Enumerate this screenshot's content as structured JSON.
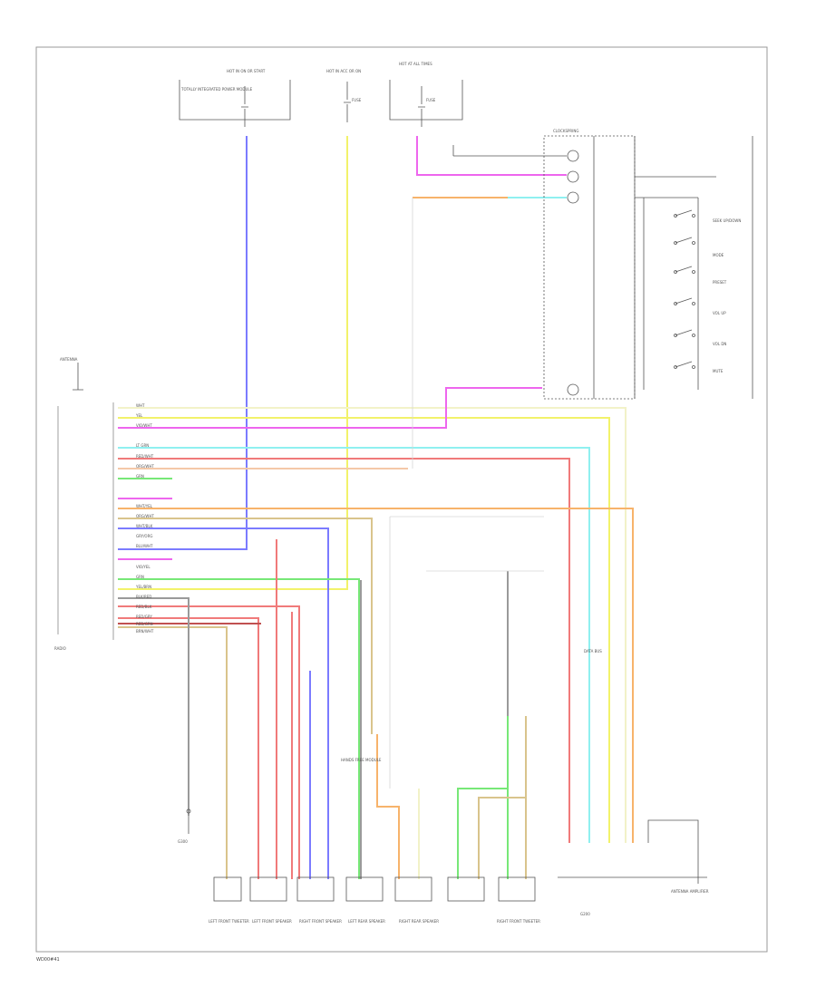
{
  "diagram": {
    "page_code": "WD00#41",
    "border_color": "#9a9a9a",
    "wire_colors": {
      "blue": "#7b7bff",
      "yellow": "#f2f26a",
      "pink": "#ee66ee",
      "orange": "#f7b36b",
      "cyan": "#8ff0f0",
      "red": "#f07a7a",
      "green": "#77e877",
      "lightred": "#f4a0a0",
      "gray": "#9a9a9a",
      "tan": "#d9c48c",
      "black": "#555555"
    },
    "fuse_labels": [
      "HOT IN ON OR START",
      "HOT IN ACC OR ON",
      "HOT AT ALL TIMES"
    ],
    "fuse_captions": [
      "TOTALLY INTEGRATED POWER MODULE",
      "FUSE",
      "FUSE"
    ],
    "module_left_label": "RADIO",
    "module_right_label": "CLOCKSPRING",
    "steering_switch_labels": [
      "SEEK UP/DOWN",
      "MODE",
      "PRESET",
      "VOL UP",
      "VOL DN",
      "MUTE"
    ],
    "wire_code_labels": [
      "WHT",
      "YEL",
      "VIO/WHT",
      "LT GRN",
      "RED/WHT",
      "ORG/WHT",
      "GRN",
      "WHT/YEL",
      "ORG/WHT",
      "WHT/BLK",
      "GRY/ORG",
      "BLU/WHT",
      "VIO/YEL",
      "GRN",
      "YEL/BRN",
      "BLK/RED",
      "RED/BLK",
      "RED/GRY",
      "RED/GRN",
      "BRN/WHT"
    ],
    "antenna_label": "ANTENNA",
    "ground_labels": [
      "G300",
      "G200"
    ],
    "speaker_labels": [
      "LEFT FRONT TWEETER",
      "LEFT FRONT SPEAKER",
      "RIGHT FRONT SPEAKER",
      "LEFT REAR SPEAKER",
      "RIGHT REAR SPEAKER",
      "RIGHT FRONT TWEETER",
      "ANTENNA AMPLIFIER"
    ],
    "mid_labels": [
      "DATA BUS",
      "HANDS FREE MODULE"
    ]
  }
}
